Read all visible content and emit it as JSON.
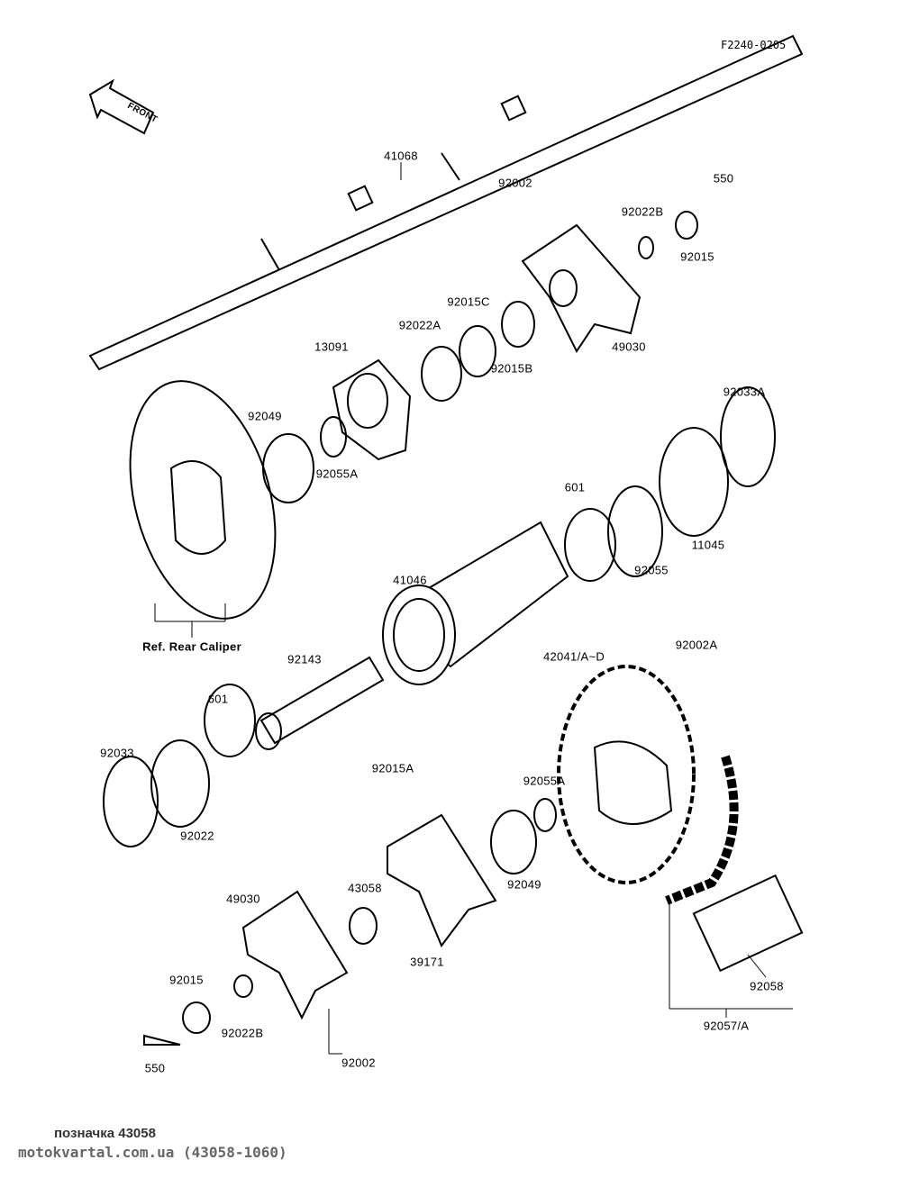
{
  "diagram_code": "F2240-0205",
  "front_arrow": "FRONT",
  "parts": {
    "p41068": "41068",
    "p92002_top": "92002",
    "p550_top": "550",
    "p92022B_top": "92022B",
    "p92015_top": "92015",
    "p49030_top": "49030",
    "p92015C": "92015C",
    "p92022A": "92022A",
    "p92015B": "92015B",
    "p13091": "13091",
    "p92049_top": "92049",
    "p92055A_top": "92055A",
    "p92033A": "92033A",
    "p601_top": "601",
    "p92055": "92055",
    "p11045": "11045",
    "p41046": "41046",
    "ref_caliper": "Ref. Rear Caliper",
    "p92143": "92143",
    "p42041": "42041/A~D",
    "p92002A": "92002A",
    "p601_bot": "601",
    "p92033": "92033",
    "p92022": "92022",
    "p92015A": "92015A",
    "p92055A_bot": "92055A",
    "p92049_bot": "92049",
    "p43058": "43058",
    "p49030_bot": "49030",
    "p39171": "39171",
    "p92015_bot": "92015",
    "p92022B_bot": "92022B",
    "p550_bot": "550",
    "p92002_bot": "92002",
    "p92058": "92058",
    "p92057A": "92057/A"
  },
  "footer": {
    "caption": "позначка 43058",
    "site": "motokvartal.com.ua (43058-1060)"
  }
}
